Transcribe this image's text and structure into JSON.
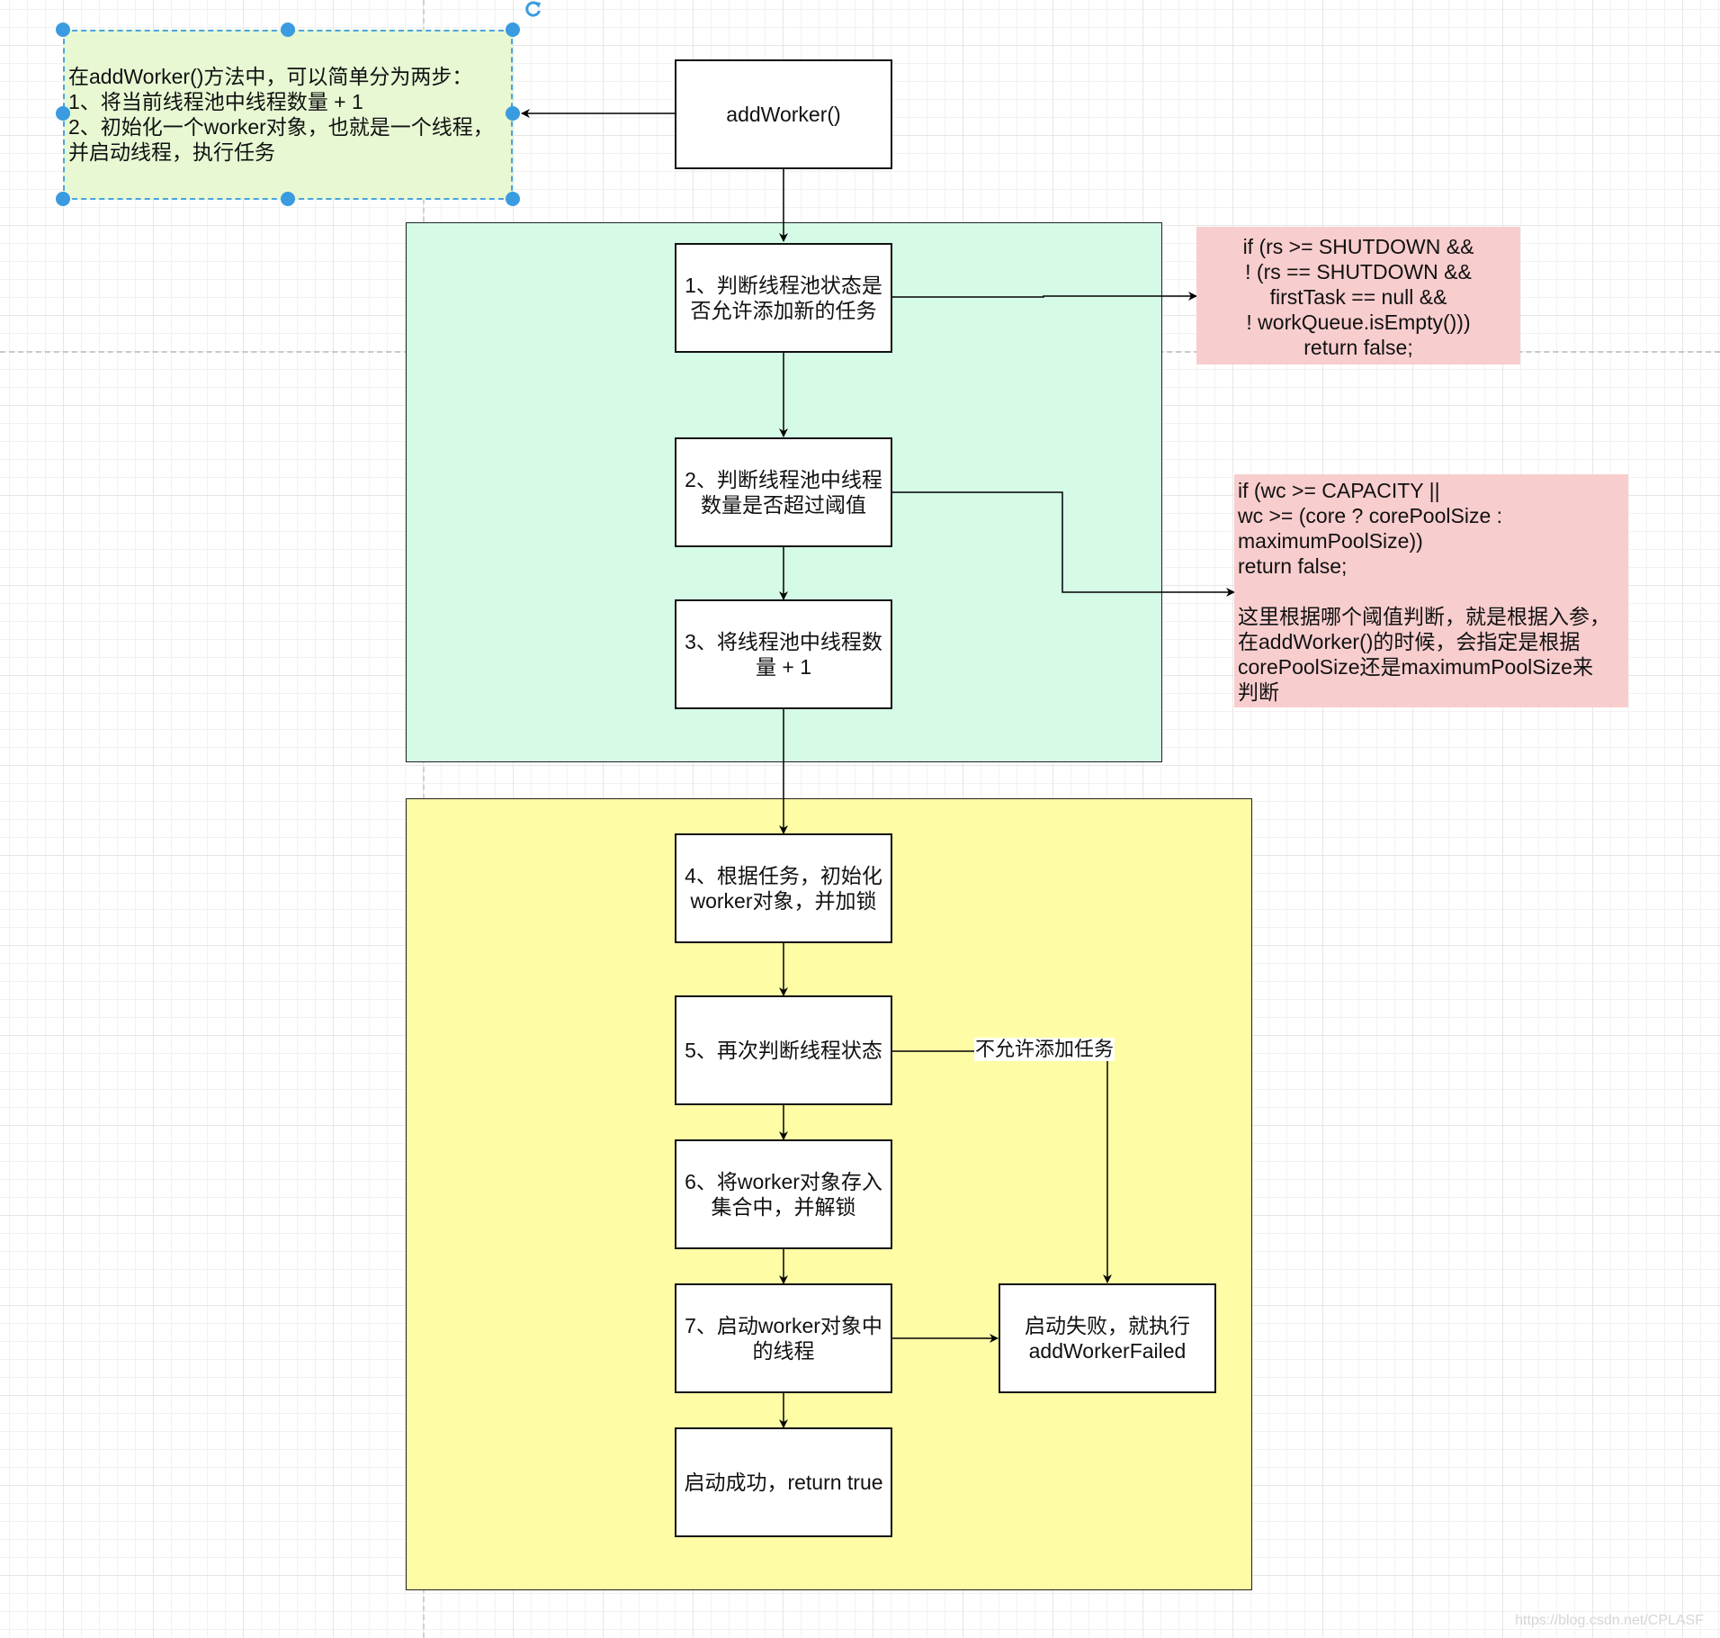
{
  "note_selected": {
    "text": "在addWorker()方法中，可以简单分为两步：\n1、将当前线程池中线程数量 + 1\n2、初始化一个worker对象，也就是一个线程，\n并启动线程，执行任务"
  },
  "nodes": {
    "add_worker": "addWorker()",
    "step1": "1、判断线程池状态是否允许添加新的任务",
    "step2": "2、判断线程池中线程数量是否超过阈值",
    "step3": "3、将线程池中线程数量 + 1",
    "step4": "4、根据任务，初始化worker对象，并加锁",
    "step5": "5、再次判断线程状态",
    "step6": "6、将worker对象存入集合中，并解锁",
    "step7": "7、启动worker对象中的线程",
    "success": "启动成功，return true",
    "failed": "启动失败，就执行addWorkerFailed"
  },
  "notes": {
    "shutdown_check": "if (rs >= SHUTDOWN &&\n! (rs == SHUTDOWN &&\nfirstTask == null &&\n! workQueue.isEmpty()))\nreturn false;",
    "capacity_check": "if (wc >= CAPACITY ||\nwc >= (core ? corePoolSize :\nmaximumPoolSize))\n    return false;\n\n这里根据哪个阈值判断，就是根据入参，\n在addWorker()的时候，会指定是根据\ncorePoolSize还是maximumPoolSize来\n判断"
  },
  "edge_labels": {
    "not_allowed": "不允许添加任务"
  },
  "watermark": "https://blog.csdn.net/CPLASF",
  "colors": {
    "group_green": "#d5fbe7",
    "group_yellow": "#fefda6",
    "note_red": "#f8cdcd",
    "note_selected": "#e7f8d3",
    "selection_handle": "#3a9be0"
  }
}
